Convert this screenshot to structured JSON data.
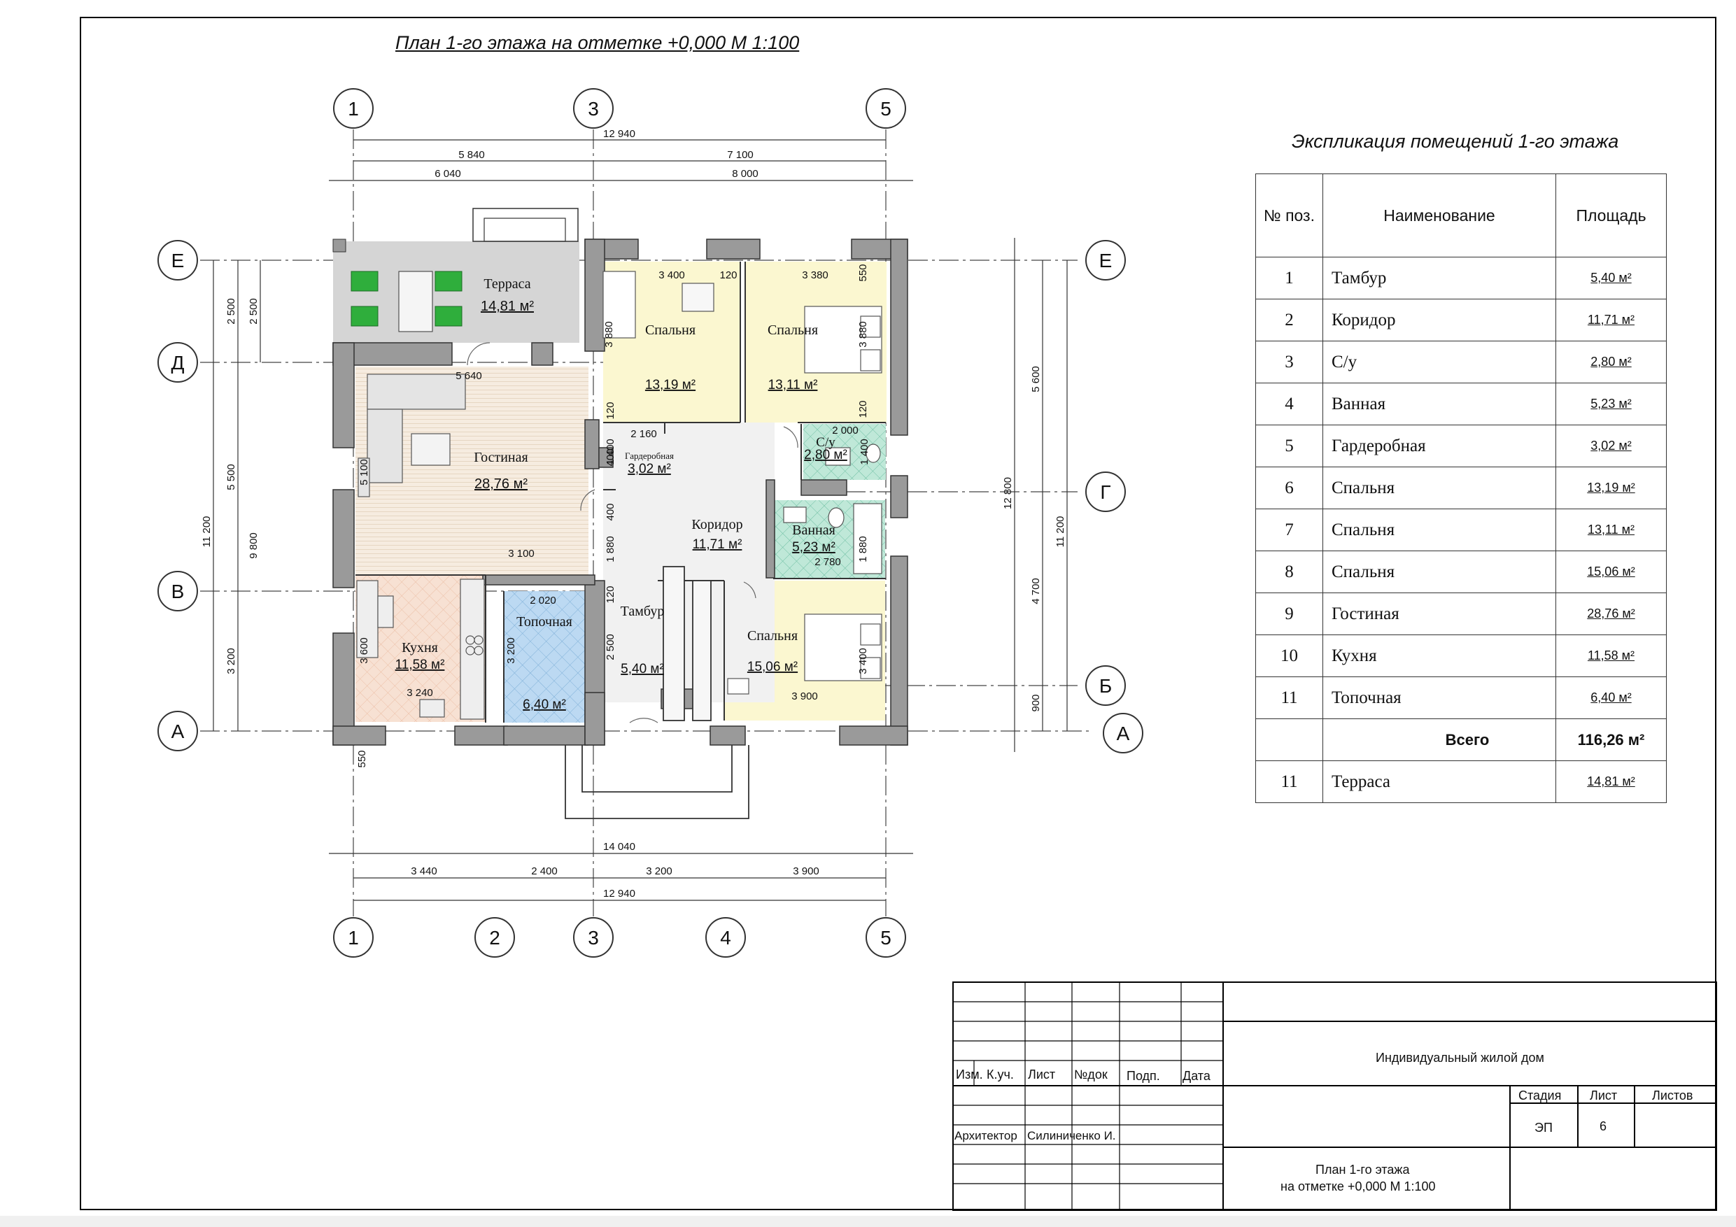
{
  "plan_title": "План 1-го этажа на отметке +0,000  М 1:100",
  "explication": {
    "title": "Экспликация помещений 1-го этажа",
    "headers": [
      "№ поз.",
      "Наименование",
      "Площадь"
    ],
    "rows": [
      {
        "num": "1",
        "name": "Тамбур",
        "area": "5,40 м²"
      },
      {
        "num": "2",
        "name": "Коридор",
        "area": "11,71 м²"
      },
      {
        "num": "3",
        "name": "С/у",
        "area": "2,80 м²"
      },
      {
        "num": "4",
        "name": "Ванная",
        "area": "5,23 м²"
      },
      {
        "num": "5",
        "name": "Гардеробная",
        "area": "3,02 м²"
      },
      {
        "num": "6",
        "name": "Спальня",
        "area": "13,19 м²"
      },
      {
        "num": "7",
        "name": "Спальня",
        "area": "13,11 м²"
      },
      {
        "num": "8",
        "name": "Спальня",
        "area": "15,06 м²"
      },
      {
        "num": "9",
        "name": "Гостиная",
        "area": "28,76 м²"
      },
      {
        "num": "10",
        "name": "Кухня",
        "area": "11,58 м²"
      },
      {
        "num": "11",
        "name": "Топочная",
        "area": "6,40 м²"
      }
    ],
    "total_label": "Всего",
    "total_value": "116,26 м²",
    "extra_row": {
      "num": "11",
      "name": "Терраса",
      "area": "14,81 м²"
    }
  },
  "axes": {
    "vertical_top": [
      "1",
      "3",
      "5"
    ],
    "vertical_bottom": [
      "1",
      "2",
      "3",
      "4",
      "5"
    ],
    "horizontal_left": [
      "Е",
      "Д",
      "В",
      "А"
    ],
    "horizontal_right": [
      "Е",
      "Г",
      "Б",
      "А"
    ]
  },
  "dimensions": {
    "top_overall": "12 940",
    "top_row1": [
      "5 840",
      "7 100"
    ],
    "top_row2": [
      "6 040",
      "8 000"
    ],
    "bottom_overall": "14 040",
    "bottom_row": [
      "3 440",
      "2 400",
      "3 200",
      "3 900"
    ],
    "bottom_total": "12 940",
    "left_outer": "11 200",
    "left_row1": [
      "2 500",
      "5 500",
      "3 200"
    ],
    "left_inner": "9 800",
    "left_inner_top": "2 500",
    "left_bottom_small": "550",
    "right_outer": "11 200",
    "right_overall": "12 800",
    "right_row": [
      "5 600",
      "4 700",
      "900"
    ],
    "room": {
      "bed6_w": "3 400",
      "bed6_h": "3 880",
      "bed6_gap": "120",
      "bed7_w": "3 380",
      "bed7_h": "3 880",
      "bed7_top": "550",
      "bed7_bottom": "120",
      "living_w": "5 640",
      "living_h": "5 100",
      "living_bottom": "3 100",
      "wardrobe_w": "2 160",
      "wardrobe_h": "1 400",
      "wardrobe_top": "120",
      "wc_w": "2 000",
      "wc_h": "1 400",
      "corr_h": "1 880",
      "corr_gap": "400",
      "corr_gap2": "400",
      "bath_h": "1 880",
      "bath_w": "2 780",
      "vest_h": "2 500",
      "vest_top": "120",
      "boiler_w": "2 020",
      "boiler_h": "3 200",
      "kitchen_w": "3 240",
      "kitchen_h": "3 600",
      "bed8_w": "3 900",
      "bed8_h": "3 400"
    }
  },
  "rooms": {
    "terrace": {
      "name": "Терраса",
      "area": "14,81 м²"
    },
    "bedroom6": {
      "name": "Спальня",
      "area": "13,19 м²"
    },
    "bedroom7": {
      "name": "Спальня",
      "area": "13,11 м²"
    },
    "living": {
      "name": "Гостиная",
      "area": "28,76 м²"
    },
    "wardrobe": {
      "name": "Гардеробная",
      "area": "3,02 м²"
    },
    "wc": {
      "name": "С/у",
      "area": "2,80 м²"
    },
    "corridor": {
      "name": "Коридор",
      "area": "11,71 м²"
    },
    "bath": {
      "name": "Ванная",
      "area": "5,23 м²"
    },
    "vestibule": {
      "name": "Тамбур",
      "area": "5,40 м²"
    },
    "boiler": {
      "name": "Топочная",
      "area": "6,40 м²"
    },
    "kitchen": {
      "name": "Кухня",
      "area": "11,58 м²"
    },
    "bedroom8": {
      "name": "Спальня",
      "area": "15,06 м²"
    }
  },
  "title_block": {
    "headers": [
      "Изм.",
      "К.уч.",
      "Лист",
      "№док",
      "Подп.",
      "Дата"
    ],
    "architect_role": "Архитектор",
    "architect_name": "Силиниченко И.",
    "project_name": "Индивидуальный жилой дом",
    "stage_label": "Стадия",
    "sheet_label": "Лист",
    "sheets_label": "Листов",
    "stage_value": "ЭП",
    "sheet_value": "6",
    "drawing_title_1": "План 1-го этажа",
    "drawing_title_2": "на отметке +0,000  М 1:100"
  },
  "colors": {
    "wall": "#9a9a9a",
    "bedroom_fill": "#fbf7d0",
    "living_fill": "#f6ece0",
    "kitchen_fill": "#f7e1d3",
    "boiler_fill": "#bcd9f2",
    "wet_fill": "#bfe8d8",
    "terrace_fill": "#d5d5d5",
    "corridor_fill": "#f1f1f1",
    "chair_green": "#2fae3c"
  }
}
